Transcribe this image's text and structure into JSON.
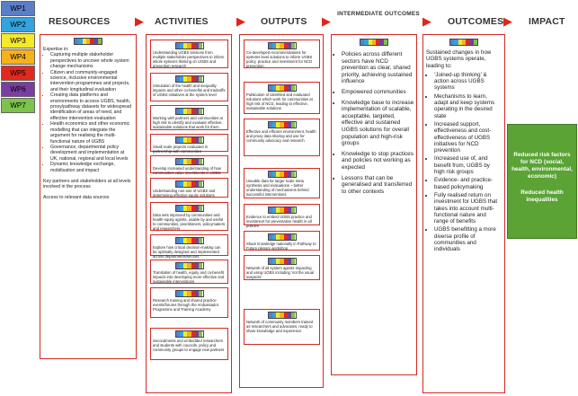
{
  "work_packages": [
    {
      "label": "WP1",
      "color": "#5b7fc7"
    },
    {
      "label": "WP2",
      "color": "#33a3e0"
    },
    {
      "label": "WP3",
      "color": "#f5ea2a"
    },
    {
      "label": "WP4",
      "color": "#f5b21b"
    },
    {
      "label": "WP5",
      "color": "#e02a1f"
    },
    {
      "label": "WP6",
      "color": "#7a3ea0"
    },
    {
      "label": "WP7",
      "color": "#7cc24c"
    }
  ],
  "headers": {
    "resources": "RESOURCES",
    "activities": "ACTIVITIES",
    "outputs": "OUTPUTS",
    "intermediate": "INTERMEDIATE OUTCOMES",
    "outcomes": "OUTCOMES",
    "impact": "IMPACT"
  },
  "resources": {
    "expertise_label": "Expertise in:",
    "items": [
      "Capturing multiple stakeholder perspectives to uncover whole system change mechanisms",
      "Citizen and community-engaged science, inclusive environmental intervention programmes and projects, and their longitudinal evaluation",
      "Creating data platforms and environments to access UGBS, health, proxy/pathway datasets for widespread identification of areas of need, and effective intervention evaluation",
      "Health economics and other economic modelling that can integrate the argument for realising the multi-functional nature of UGBS",
      "Governance, departmental policy development and implementation at UK, national, regional and local levels",
      "Dynamic knowledge exchange, mobilisation and impact"
    ],
    "partners": "Key partners and stakeholders at all levels involved in the process",
    "access": "Access to relevant data sources"
  },
  "activities": [
    "Understanding UGBS tensions from multiple stakeholder perspectives to inform whole systems thinking on UGBS and prevention research",
    "Simulation of the health and inequality impacts and other co-benefits and tradeoffs of UGBS initiatives at the system level",
    "Working with partners and communities at high risk to identify and evaluate effective, sustainable solutions that work for them",
    "Small scale projects evaluated in partnership with communities",
    "Develop increased understanding of how communities value investments in UGBS",
    "Understanding non-use of UGBS and determining effective equity solutions",
    "Data sets improved by communities and health equity agents, usable by and useful to communities, practitioners, policymakers and researchers",
    "Explore how critical decision-making can be optimally designed and implemented across departments/sectors",
    "Translation of health, equity and co-benefit impacts into developing more effective and sustainable interventions",
    "Research training and shared practice events/forums through the Ambassador Programme and Training Academy",
    "Secondments and embedded researchers and students with councils, policy and community groups to engage new partners"
  ],
  "outputs": [
    "Co-developed recommendations for systems level solutions to inform UGBS policy, practice and investment for NCD prevention",
    "Publication of identified and evaluated solutions which work for communities at high risk of NCD, leading to effective, sustainable solutions",
    "Effective and efficient environment, health and proxy data sharing and use for community advocacy and research",
    "Useable data for larger scale meta synthesis and evaluations – better understanding of mechanisms behind successful interventions",
    "Evidence to embed UGBS practice and investment for preventative health in all policies",
    "Share knowledge nationally in Pathway to Future plenary workshop",
    "Network of all system agents impacting and using UGBS including ‘not the usual suspects’",
    "Network of community members trained as researchers and advocates, ready to share knowledge and experience"
  ],
  "intermediate": [
    "Policies across different sectors have NCD prevention as clear, shared priority, achieving sustained influence",
    "Empowered communities",
    "Knowledge base to increase implementation of scalable, acceptable, targeted, effective and sustained UGBS solutions for overall population and high-risk groups",
    "Knowledge to stop practices and policies not working as expected",
    "Lessons that can be generalised and transferred to other contexts"
  ],
  "outcomes": {
    "intro": "Sustained changes in how UGBS systems operate, leading to:",
    "items": [
      "‘Joined-up thinking’ & action across UGBS systems",
      "Mechanisms to learn, adapt and keep systems operating in the desired state",
      "Increased support, effectiveness and cost-effectiveness of UGBS initiatives for NCD prevention",
      "Increased use of, and benefit from, UGBS by high risk groups",
      "Evidence- and practice-based policymaking",
      "Fully realised return on investment for UGBS that takes into account multi-functional nature and range of benefits",
      "UGBS benefitting a more diverse profile of communities and individuals"
    ]
  },
  "impact": {
    "line1": "Reduced risk factors for NCD (social, health, environmental, economic)",
    "line2": "Reduced health inequalities"
  }
}
